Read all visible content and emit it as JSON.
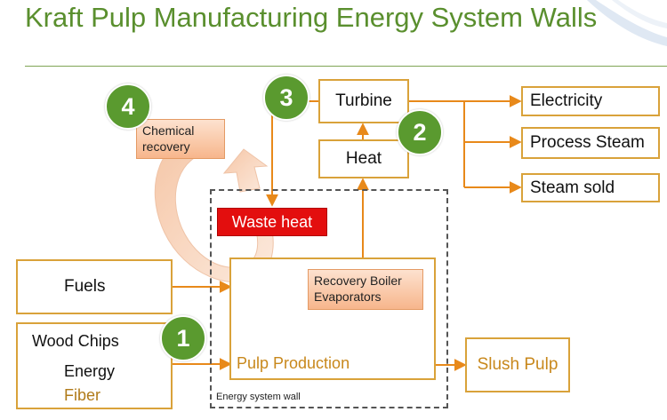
{
  "slide": {
    "title": "Kraft Pulp Manufacturing Energy System Walls"
  },
  "nodes": {
    "turbine": "Turbine",
    "heat": "Heat",
    "electricity": "Electricity",
    "process_steam": "Process Steam",
    "steam_sold": "Steam sold",
    "fuels": "Fuels",
    "wood_chips": "Wood Chips",
    "energy": "Energy",
    "fiber": "Fiber",
    "pulp_production": "Pulp Production",
    "slush_pulp": "Slush Pulp",
    "recovery_boiler_line1": "Recovery Boiler",
    "recovery_boiler_line2": "Evaporators",
    "chemical_recovery_line1": "Chemical",
    "chemical_recovery_line2": "recovery",
    "waste_heat": "Waste heat",
    "wall_label": "Energy system wall"
  },
  "badges": {
    "one": "1",
    "two": "2",
    "three": "3",
    "four": "4"
  },
  "colors": {
    "title": "#5a8f2e",
    "box_border": "#d9a23a",
    "arrow": "#e8891a",
    "badge": "#5a9a2f",
    "waste_heat": "#e30e0e",
    "fiber_text": "#b07b1a",
    "pulp_text": "#c8881c"
  }
}
